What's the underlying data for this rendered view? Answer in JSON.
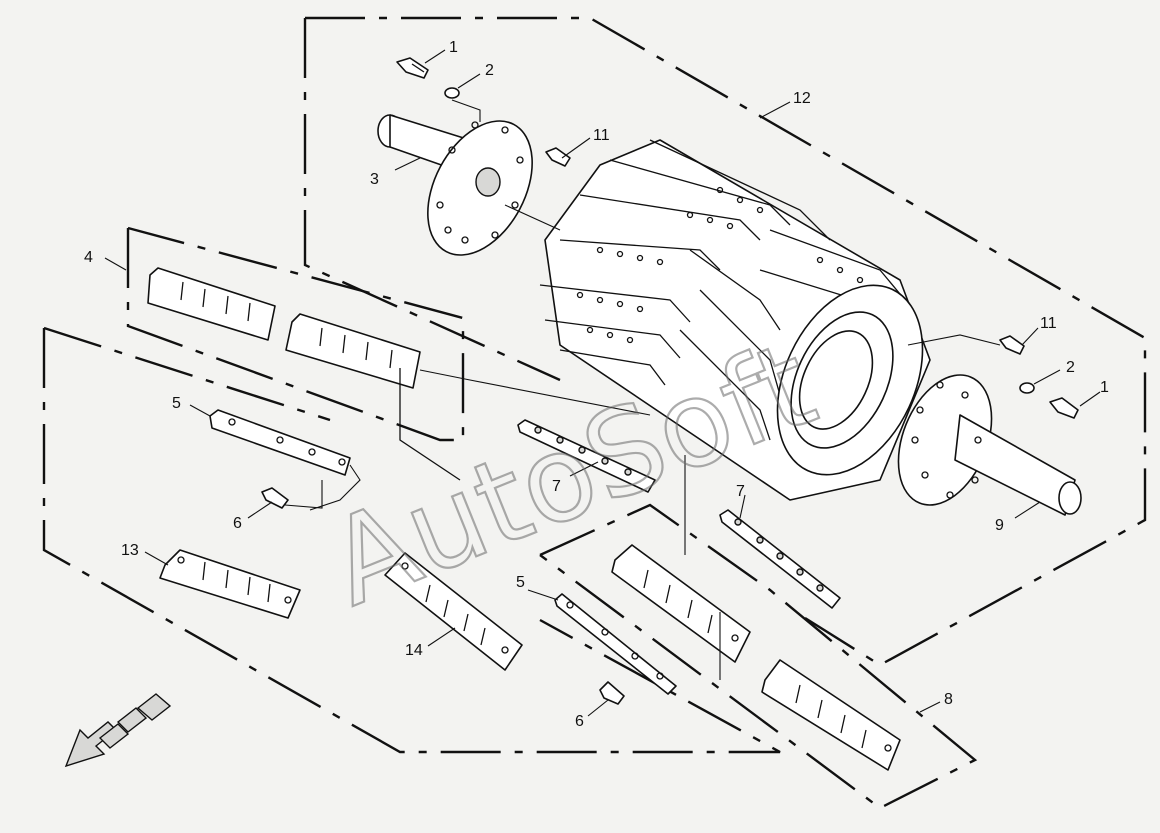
{
  "diagram": {
    "watermark": "AutoSoft",
    "callouts": {
      "c1a": "1",
      "c2a": "2",
      "c12": "12",
      "c11a": "11",
      "c3": "3",
      "c4": "4",
      "c11b": "11",
      "c2b": "2",
      "c1b": "1",
      "c5a": "5",
      "c7a": "7",
      "c6a": "6",
      "c9": "9",
      "c7b": "7",
      "c13": "13",
      "c5b": "5",
      "c14": "14",
      "c6b": "6",
      "c8": "8"
    }
  }
}
